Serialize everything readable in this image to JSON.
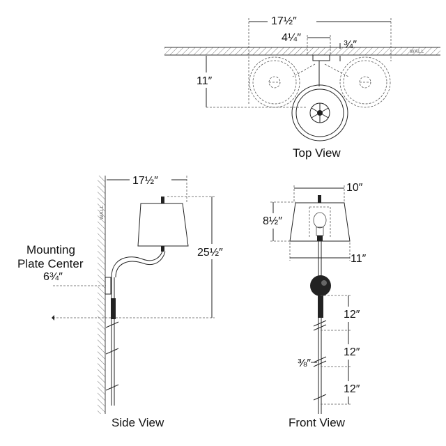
{
  "views": {
    "top": "Top View",
    "side": "Side View",
    "front": "Front View"
  },
  "wall_label": "WALL",
  "top_dims": {
    "width": "17½″",
    "offset": "4¼″",
    "plate": "¾″",
    "depth": "11″"
  },
  "side_dims": {
    "projection": "17½″",
    "height": "25½″",
    "mounting_label_line1": "Mounting",
    "mounting_label_line2": "Plate Center",
    "mounting_value": "6¾″"
  },
  "front_dims": {
    "shade_top": "10″",
    "shade_height": "8½″",
    "shade_bottom": "11″",
    "rod_1": "12″",
    "rod_2": "12″",
    "rod_3": "12″",
    "rod_gap": "⅜″"
  }
}
